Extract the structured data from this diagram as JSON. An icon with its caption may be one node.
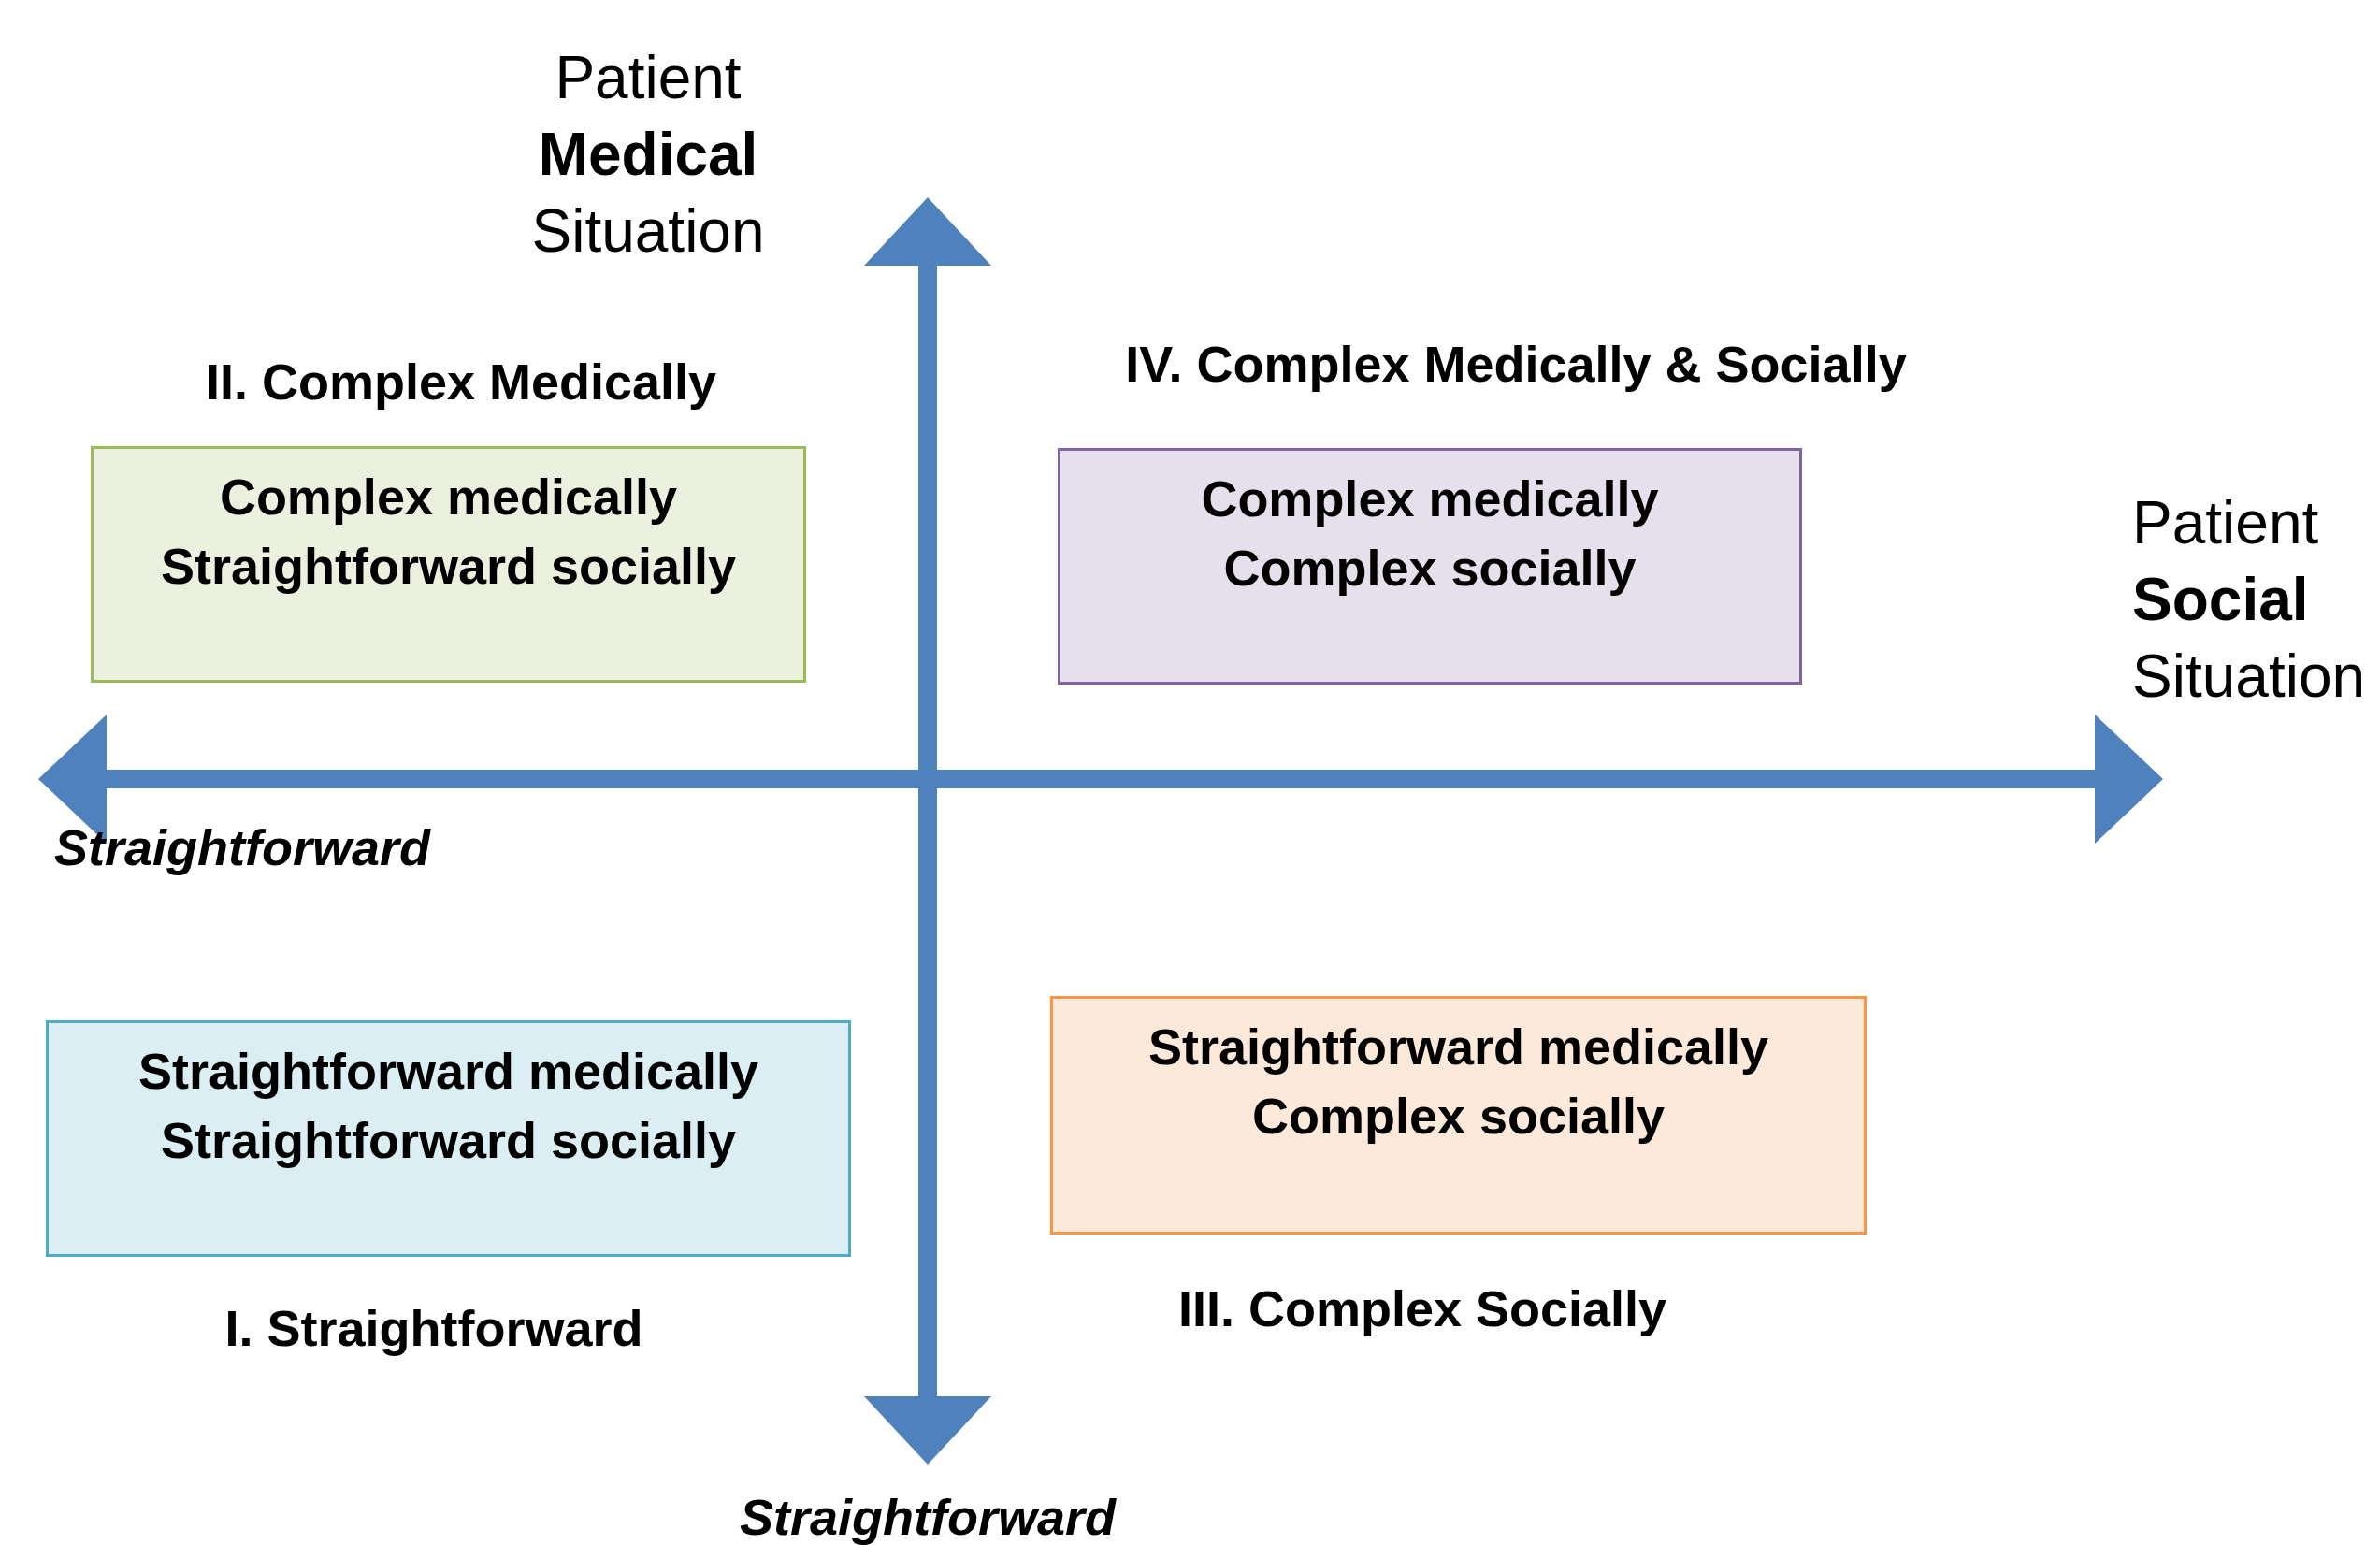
{
  "diagram": {
    "nodes": [
      {
        "text": [
          "II. Complex Medically",
          "Complex medically",
          "Straightforward socially"
        ]
      },
      {
        "text": [
          "IV. Complex Medically & Socially",
          "Complex medically",
          "Complex socially"
        ]
      },
      {
        "text": [
          "Straightforward medically",
          "Complex socially",
          "III. Complex Socially"
        ]
      },
      {
        "text": [
          "Straightforward medically",
          "Straightforward socially",
          "I. Straightforward"
        ]
      }
    ],
    "labels": [
      "Patient **Medical** Situation",
      "Patient **Social** Situation",
      "Straightforward",
      "Straightforward"
    ]
  }
}
